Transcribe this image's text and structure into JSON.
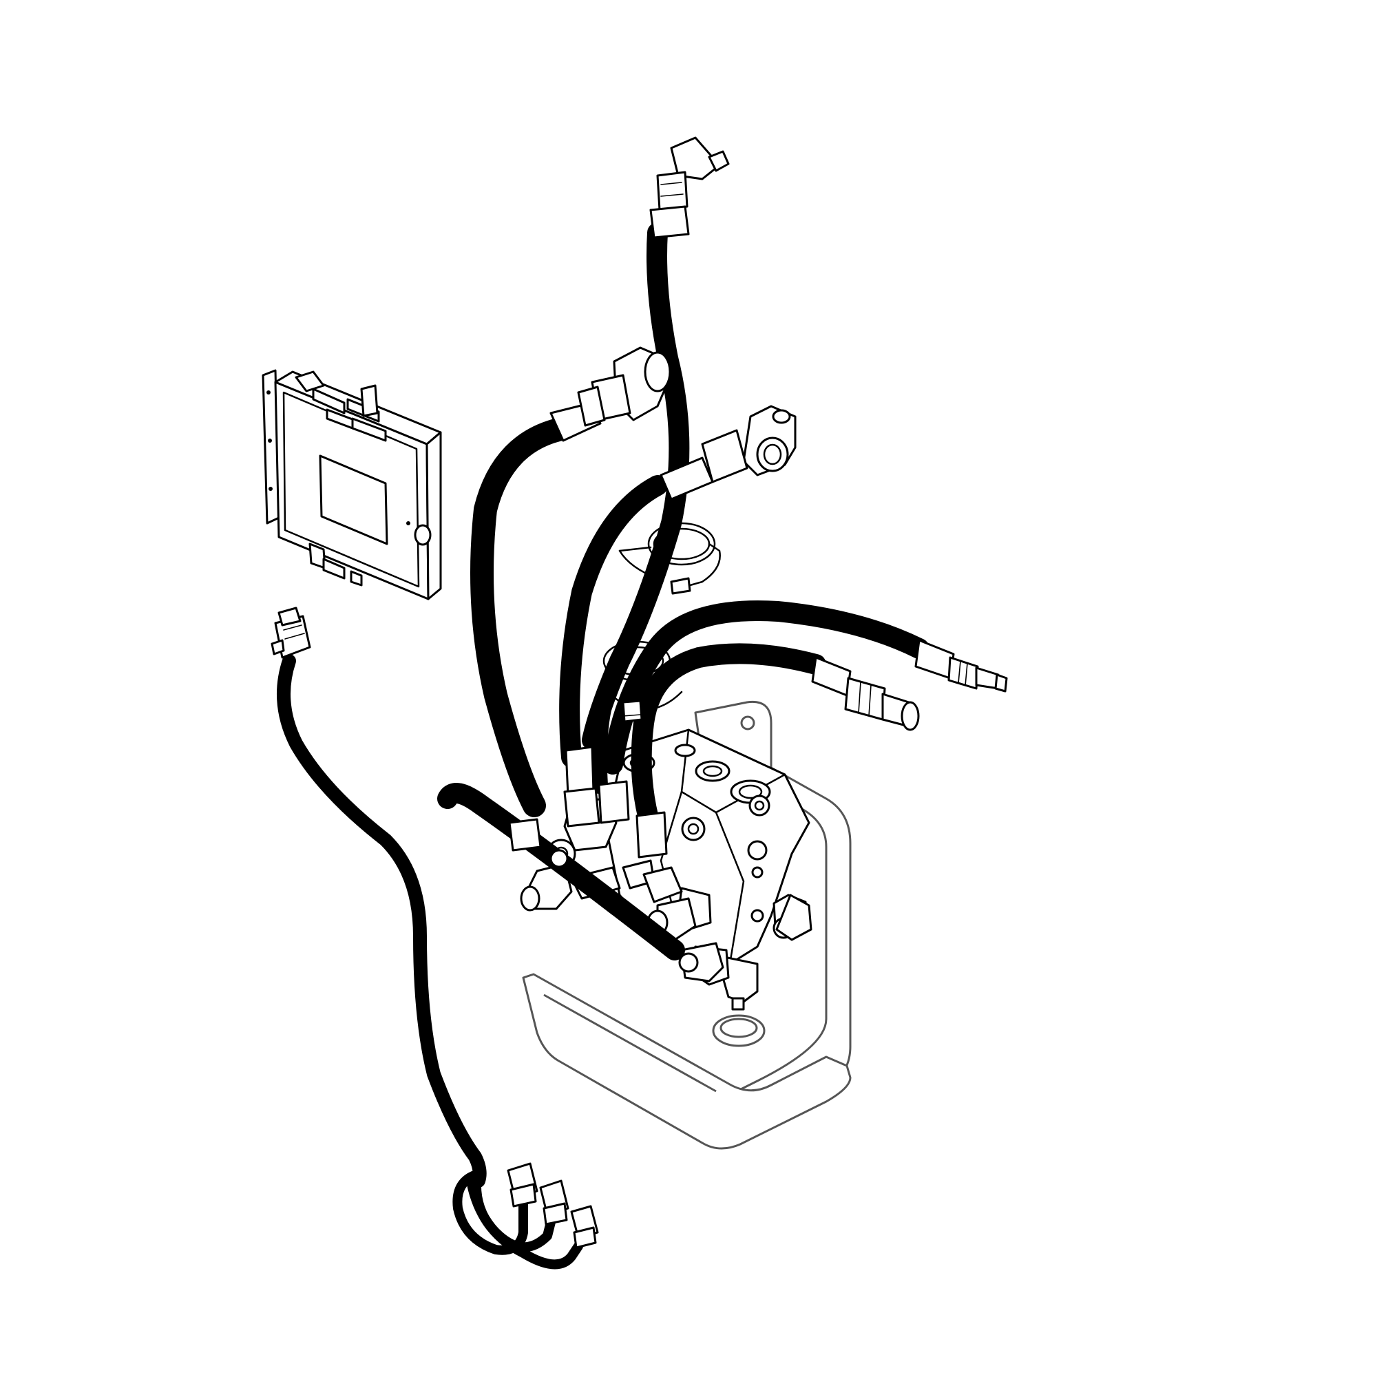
{
  "diagram": {
    "colors": {
      "background": "#ffffff",
      "line": "#000000",
      "hose": "#000000",
      "bracket_outline": "#555555"
    },
    "components": [
      {
        "name": "electronic-control-module"
      },
      {
        "name": "wiring-harness"
      },
      {
        "name": "hydraulic-valve-block"
      },
      {
        "name": "mounting-bracket"
      },
      {
        "name": "hydraulic-hoses",
        "count": 6
      },
      {
        "name": "hose-fittings"
      },
      {
        "name": "hose-clamps",
        "count": 2
      }
    ]
  }
}
